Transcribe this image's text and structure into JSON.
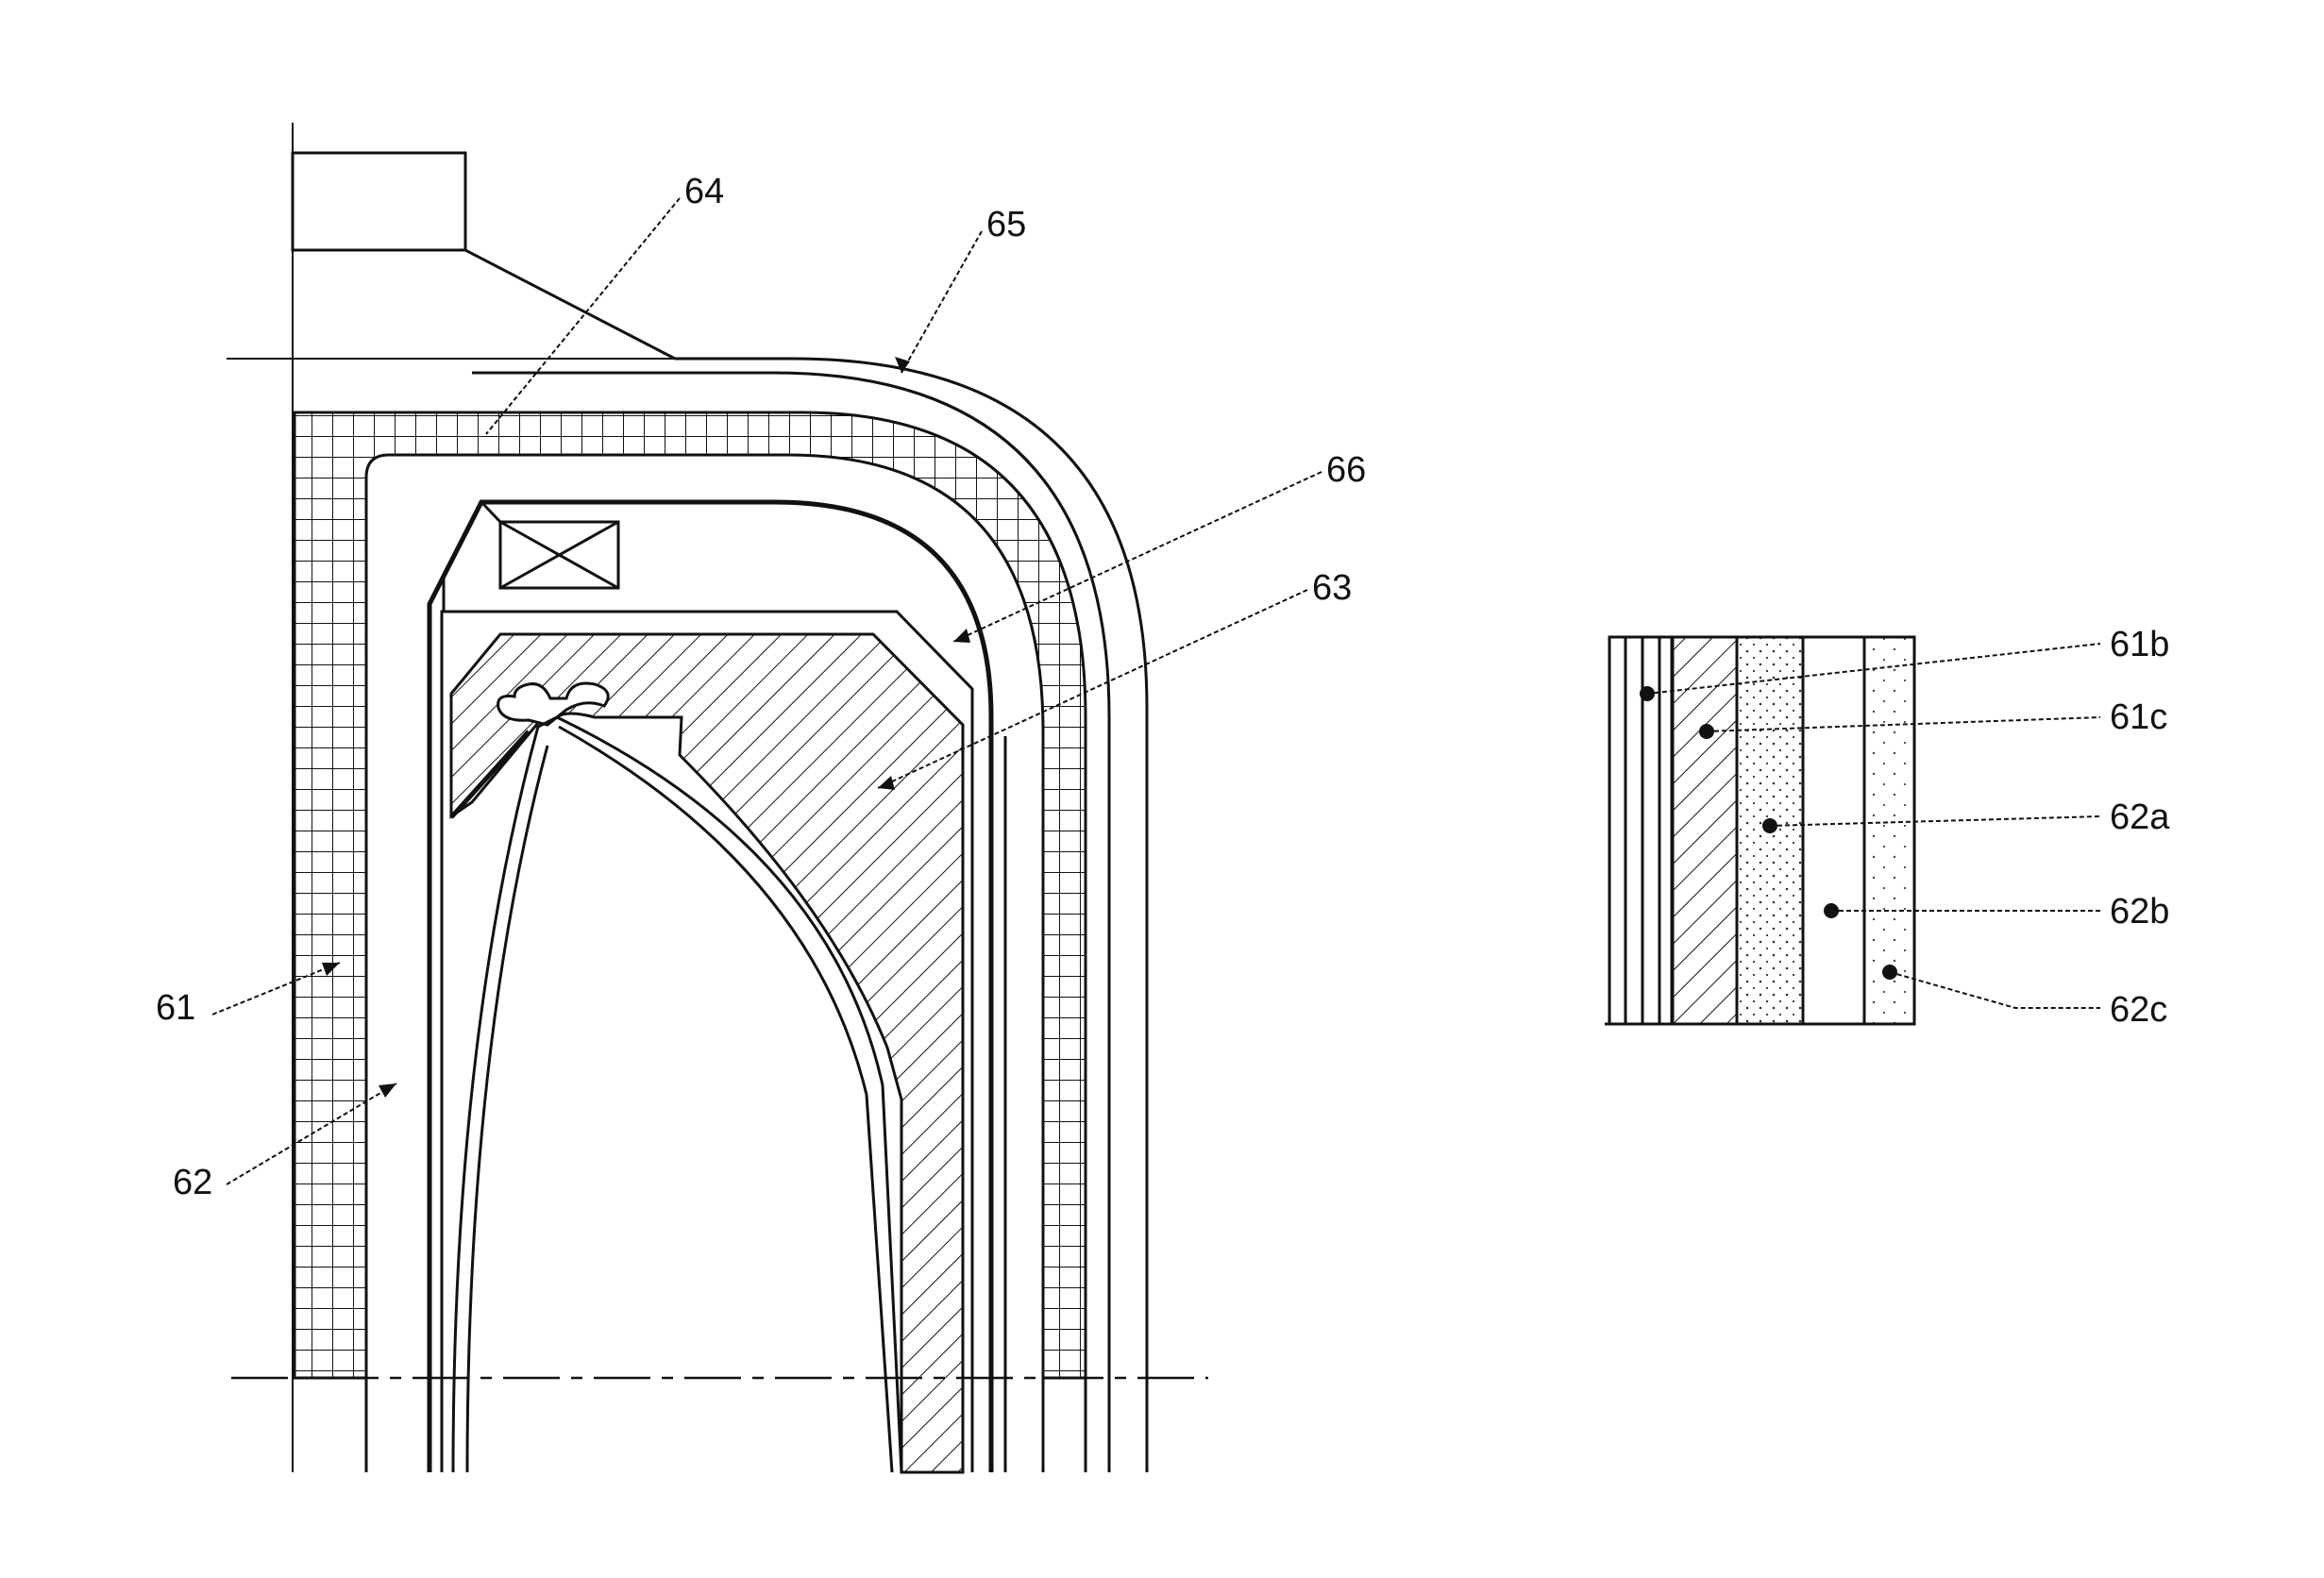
{
  "labels": {
    "l61": "61",
    "l62": "62",
    "l63": "63",
    "l64": "64",
    "l65": "65",
    "l66": "66",
    "l61b": "61b",
    "l61c": "61c",
    "l62a": "62a",
    "l62b": "62b",
    "l62c": "62c"
  },
  "colors": {
    "ink": "#111111",
    "paper": "#ffffff"
  }
}
